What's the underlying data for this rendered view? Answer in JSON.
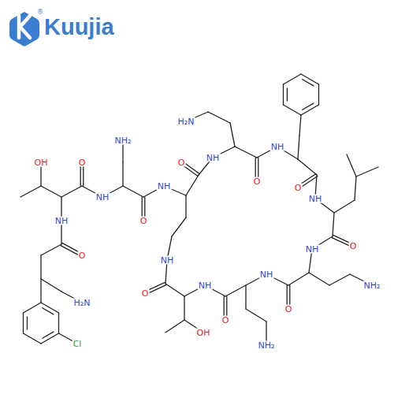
{
  "diagram": {
    "labels": [
      "®",
      "Kuujia",
      "NH",
      "O",
      "NH",
      "O",
      "NH",
      "O",
      "NH",
      "O",
      "NH",
      "O",
      "NH",
      "O",
      "NH",
      "O",
      "H₂N",
      "NH₂",
      "NH₂",
      "OH",
      "NH",
      "O",
      "NH₂",
      "NH",
      "O",
      "OH",
      "NH",
      "O",
      "H₂N",
      "Cl"
    ]
  }
}
